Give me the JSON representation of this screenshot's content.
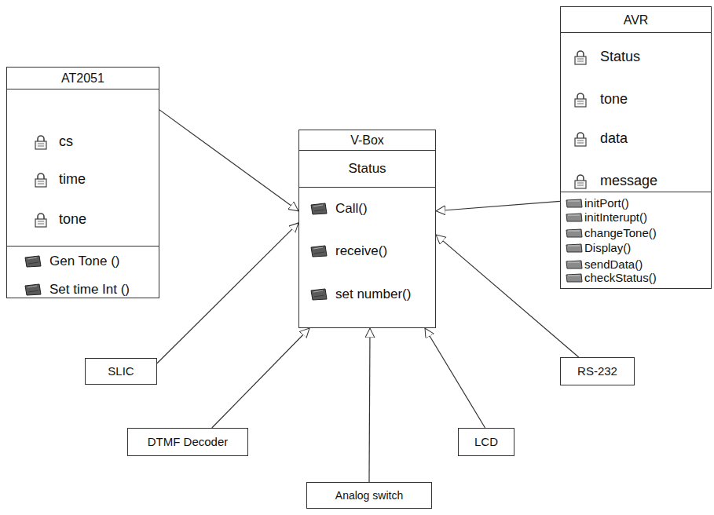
{
  "diagram": {
    "nodes": [
      {
        "text": [
          "AT2051",
          "cs",
          "time",
          "tone",
          "Gen Tone ()",
          "Set time Int ()"
        ]
      },
      {
        "text": [
          "V-Box",
          "Status",
          "Call()",
          "receive()",
          "set number()"
        ]
      },
      {
        "text": [
          "AVR",
          "Status",
          "tone",
          "data",
          "message",
          "initPort()",
          "initInterupt()",
          "changeTone()",
          "Display()",
          "sendData()",
          "checkStatus()"
        ]
      },
      {
        "text": [
          "SLIC"
        ]
      },
      {
        "text": [
          "DTMF Decoder"
        ]
      },
      {
        "text": [
          "Analog switch"
        ]
      },
      {
        "text": [
          "LCD"
        ]
      },
      {
        "text": [
          "RS-232"
        ]
      }
    ],
    "edges": [
      {
        "from": 0,
        "to": 1,
        "arrow": "to"
      },
      {
        "from": 2,
        "to": 1,
        "arrow": "to"
      },
      {
        "from": 3,
        "to": 1,
        "arrow": "to"
      },
      {
        "from": 4,
        "to": 1,
        "arrow": "to"
      },
      {
        "from": 5,
        "to": 1,
        "arrow": "to"
      },
      {
        "from": 6,
        "to": 1,
        "arrow": "to"
      },
      {
        "from": 7,
        "to": 1,
        "arrow": "to"
      }
    ]
  }
}
